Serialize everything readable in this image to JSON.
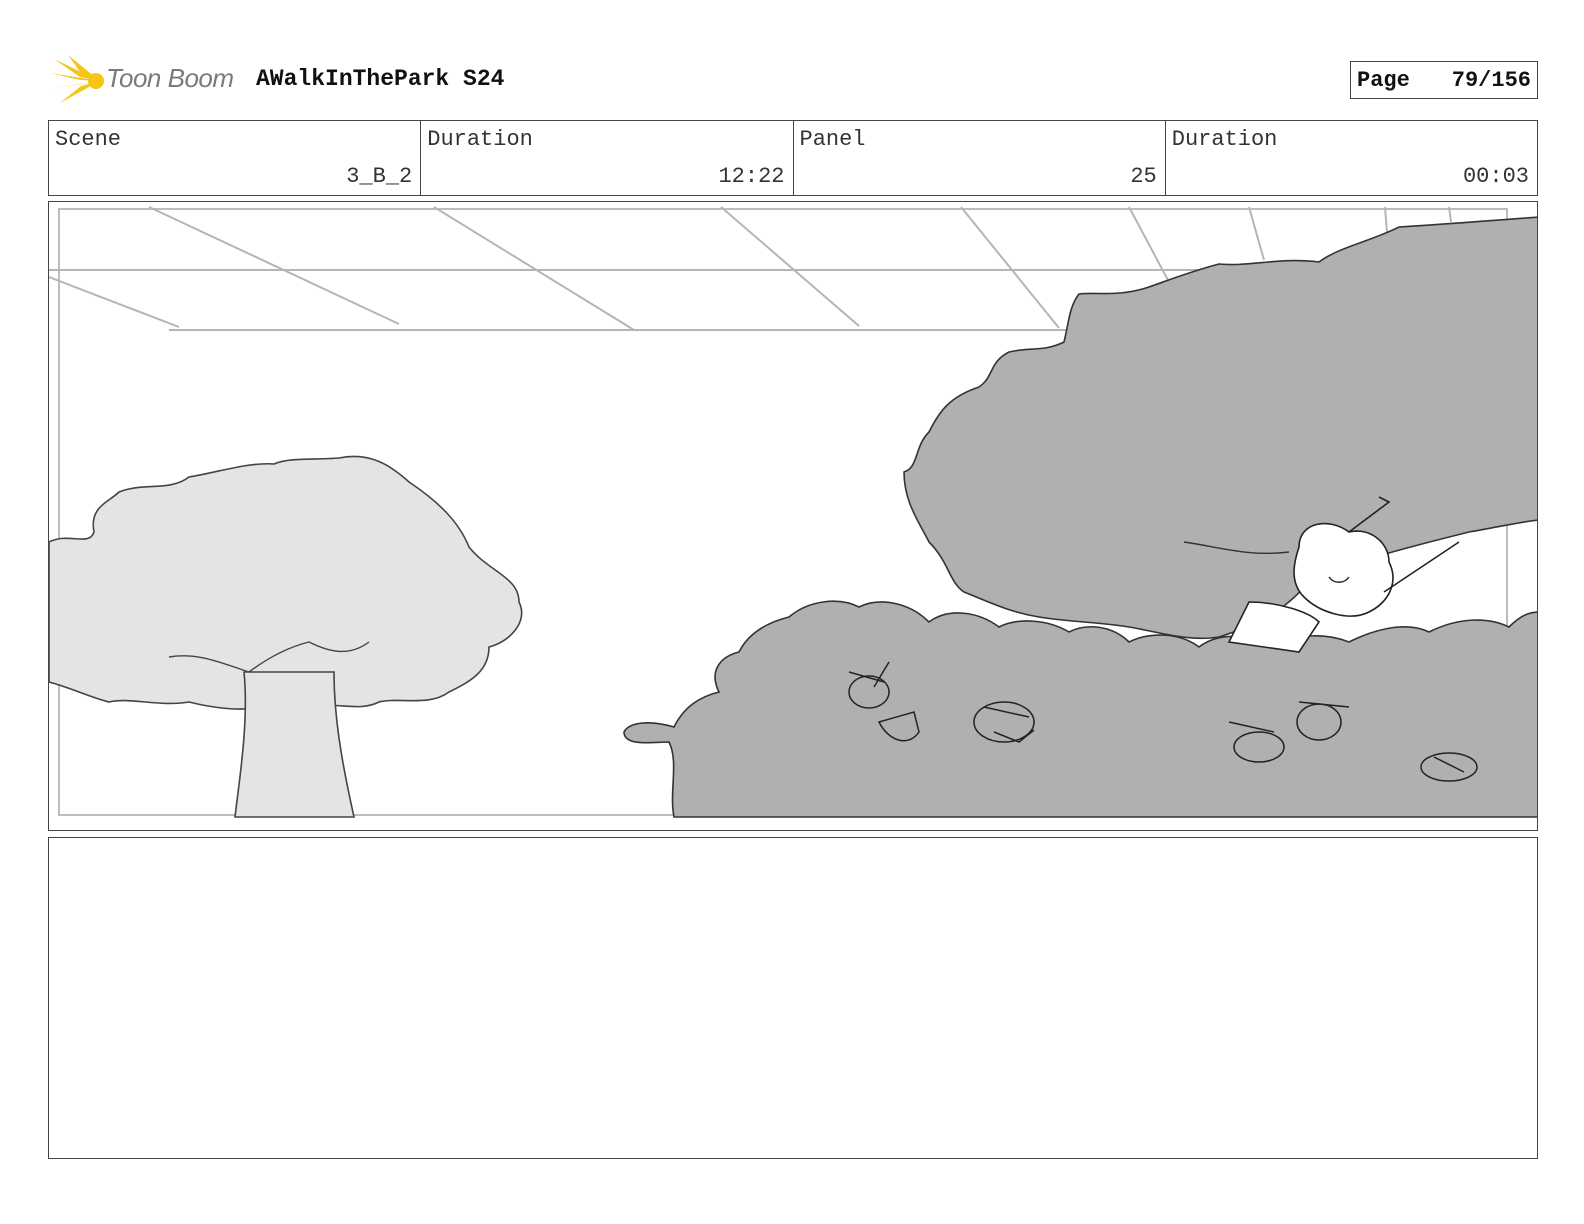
{
  "header": {
    "logo_text": "Toon Boom",
    "project_title": "AWalkInThePark S24",
    "page_label": "Page",
    "page_number": "79/156",
    "colors": {
      "logo_burst": "#f5c518",
      "logo_text": "#7a7a7a"
    }
  },
  "info": {
    "scene_label": "Scene",
    "scene_value": "3_B_2",
    "scene_duration_label": "Duration",
    "scene_duration_value": "12:22",
    "panel_label": "Panel",
    "panel_value": "25",
    "panel_duration_label": "Duration",
    "panel_duration_value": "00:03"
  },
  "notes": {
    "text": ""
  }
}
